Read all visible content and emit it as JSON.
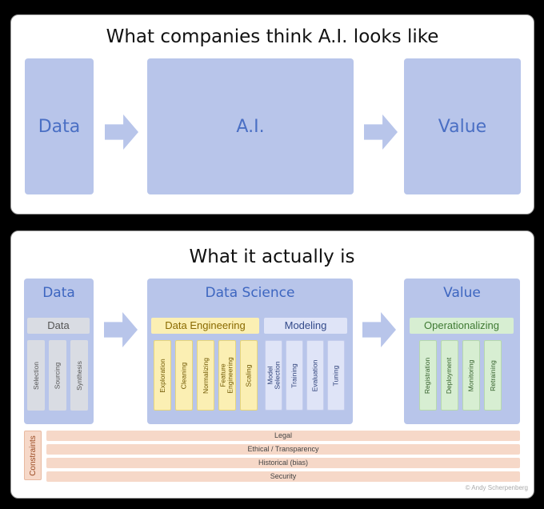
{
  "top": {
    "title": "What companies think A.I. looks like",
    "boxes": [
      "Data",
      "A.I.",
      "Value"
    ]
  },
  "bottom": {
    "title": "What it actually is",
    "data_section": {
      "title": "Data",
      "subheader": "Data",
      "columns": [
        "Selection",
        "Sourcing",
        "Synthesis"
      ]
    },
    "science_section": {
      "title": "Data Science",
      "engineering": {
        "subheader": "Data Engineering",
        "columns": [
          "Exploration",
          "Cleaning",
          "Normalizing",
          "Feature Engineering",
          "Scaling"
        ]
      },
      "modeling": {
        "subheader": "Modeling",
        "columns": [
          "Model Selection",
          "Training",
          "Evaluation",
          "Tuning"
        ]
      }
    },
    "value_section": {
      "title": "Value",
      "subheader": "Operationalizing",
      "columns": [
        "Registration",
        "Deployment",
        "Monitoring",
        "Retraining"
      ]
    },
    "constraints": {
      "label": "Constraints",
      "items": [
        "Legal",
        "Ethical / Transparency",
        "Historical (bias)",
        "Security"
      ]
    },
    "credit": "© Andy Scherpenberg"
  }
}
